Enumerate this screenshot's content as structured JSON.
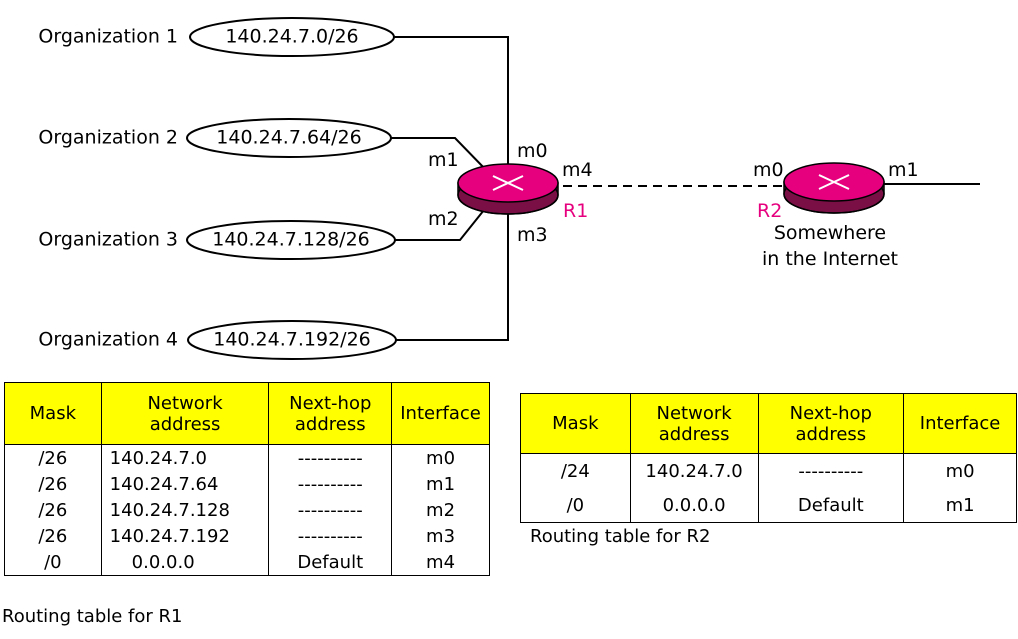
{
  "organizations": [
    {
      "name": "Organization 1",
      "network": "140.24.7.0/26"
    },
    {
      "name": "Organization 2",
      "network": "140.24.7.64/26"
    },
    {
      "name": "Organization 3",
      "network": "140.24.7.128/26"
    },
    {
      "name": "Organization 4",
      "network": "140.24.7.192/26"
    }
  ],
  "r1": {
    "name": "R1",
    "ports": {
      "m0": "m0",
      "m1": "m1",
      "m2": "m2",
      "m3": "m3",
      "m4": "m4"
    }
  },
  "r2": {
    "name": "R2",
    "ports": {
      "m0": "m0",
      "m1": "m1"
    },
    "location": [
      "Somewhere",
      "in the Internet"
    ]
  },
  "colors": {
    "router": "#e6007e",
    "router_label": "#e6007e",
    "table_header": "#ffff00"
  },
  "table_r1": {
    "headers": [
      [
        "Mask"
      ],
      [
        "Network",
        "address"
      ],
      [
        "Next-hop",
        "address"
      ],
      [
        "Interface"
      ]
    ],
    "rows": [
      [
        "/26",
        "140.24.7.0",
        "----------",
        "m0"
      ],
      [
        "/26",
        "140.24.7.64",
        "----------",
        "m1"
      ],
      [
        "/26",
        "140.24.7.128",
        "----------",
        "m2"
      ],
      [
        "/26",
        "140.24.7.192",
        "----------",
        "m3"
      ],
      [
        "/0",
        "0.0.0.0",
        "Default",
        "m4"
      ]
    ],
    "caption": "Routing table for R1"
  },
  "table_r2": {
    "headers": [
      [
        "Mask"
      ],
      [
        "Network",
        "address"
      ],
      [
        "Next-hop",
        "address"
      ],
      [
        "Interface"
      ]
    ],
    "rows": [
      [
        "/24",
        "140.24.7.0",
        "----------",
        "m0"
      ],
      [
        "/0",
        "0.0.0.0",
        "Default",
        "m1"
      ]
    ],
    "caption": "Routing table for R2"
  }
}
